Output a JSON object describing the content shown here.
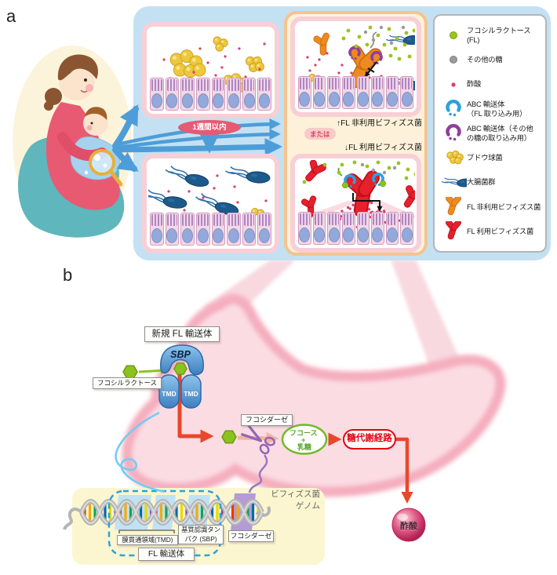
{
  "figure": {
    "panel_a_label": "a",
    "panel_b_label": "b"
  },
  "panel_a": {
    "one_week_label": "1週間以内",
    "outcome_line1": "↑FL 非利用ビフィズス菌",
    "outcome_or": "または",
    "outcome_line2": "↓FL 利用ビフィズス菌",
    "legend_items": [
      {
        "icon": "fl-dot-icon",
        "lines": [
          "フコシルラクトース(FL)"
        ]
      },
      {
        "icon": "other-sugar-dot-icon",
        "lines": [
          "その他の糖"
        ]
      },
      {
        "icon": "acetate-dot-icon",
        "lines": [
          "酢酸"
        ]
      },
      {
        "icon": "abc-transporter-fl-icon",
        "lines": [
          "ABC 輸送体",
          "（FL 取り込み用）"
        ]
      },
      {
        "icon": "abc-transporter-other-icon",
        "lines": [
          "ABC 輸送体（その他",
          "の糖の取り込み用）"
        ]
      },
      {
        "icon": "staphylococcus-icon",
        "lines": [
          "ブドウ球菌"
        ]
      },
      {
        "icon": "coliform-icon",
        "lines": [
          "大腸菌群"
        ]
      },
      {
        "icon": "bifido-nonutilizer-icon",
        "lines": [
          "FL 非利用ビフィズス菌"
        ]
      },
      {
        "icon": "bifido-utilizer-icon",
        "lines": [
          "FL 利用ビフィズス菌"
        ]
      }
    ]
  },
  "panel_b": {
    "new_transporter_label": "新規 FL 輸送体",
    "sbp_label": "SBP",
    "tmd_left_label": "TMD",
    "tmd_right_label": "TMD",
    "fucosyllactose_label": "フコシルラクトース",
    "fucosidase_label": "フコシダーゼ",
    "fucose_line": "フコース",
    "plus_sign": "+",
    "lactose_line": "乳糖",
    "metabolic_pathway_label": "糖代謝経路",
    "acetate_label": "酢酸",
    "genome_line1": "ビフィズス菌",
    "genome_line2": "ゲノム",
    "tmd_gene_label": "膜貫通領域(TMD)",
    "sbp_gene_line1": "基質認識タン",
    "sbp_gene_line2": "パク (SBP)",
    "fucosidase_gene_label": "フコシダーゼ",
    "fl_transporter_label": "FL 輸送体"
  },
  "colors": {
    "fl_green": "#9cc41f",
    "other_sugar_gray": "#9a9a9a",
    "acetate_red": "#d84068",
    "abc_fl_blue": "#29a3dc",
    "abc_other_purple": "#8d3f9e",
    "staph_yellow": "#edc83d",
    "coliform_navy": "#1d5a8c",
    "bifido_nonuser_orange": "#ee8a1f",
    "bifido_user_red": "#e6202c",
    "panel_bg_blue": "#c3e1f3",
    "cell_pink": "#fbdce3",
    "arrow_red": "#e8472b",
    "metabolism_red": "#e60012"
  }
}
